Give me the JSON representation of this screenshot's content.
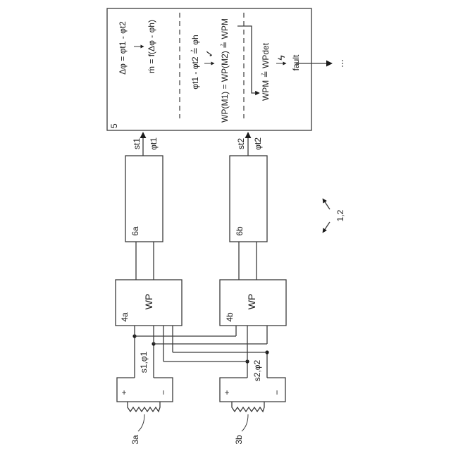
{
  "figure": {
    "control_unit": {
      "ref": "5",
      "eq_phase_diff": "Δφ = φt1 - φt2",
      "eq_massflow": "ṁ = f(Δφ - φh)",
      "eq_compare": "φt1 - φt2 ≟ φh",
      "check_mark": "✓",
      "eq_wp_equal": "WP(M1) = WP(M2) ≟ WPM",
      "eq_wpm_det": "WPM ≟ WPdet",
      "lightning": "ϟ",
      "fault": "fault",
      "continuation": "..."
    },
    "signals": {
      "st1": "st1",
      "phi_t1": "φt1",
      "st2": "st2",
      "phi_t2": "φt2"
    },
    "blocks": {
      "b6a": "6a",
      "b6b": "6b",
      "b4a": "4a",
      "b4b": "4b",
      "wp_a": "WP",
      "wp_b": "WP"
    },
    "sensors": {
      "s1": "s1,φ1",
      "s2": "s2,φ2",
      "plus": "+",
      "minus": "−",
      "ref_3a": "3a",
      "ref_3b": "3b"
    },
    "direction_ref": "1,2"
  }
}
